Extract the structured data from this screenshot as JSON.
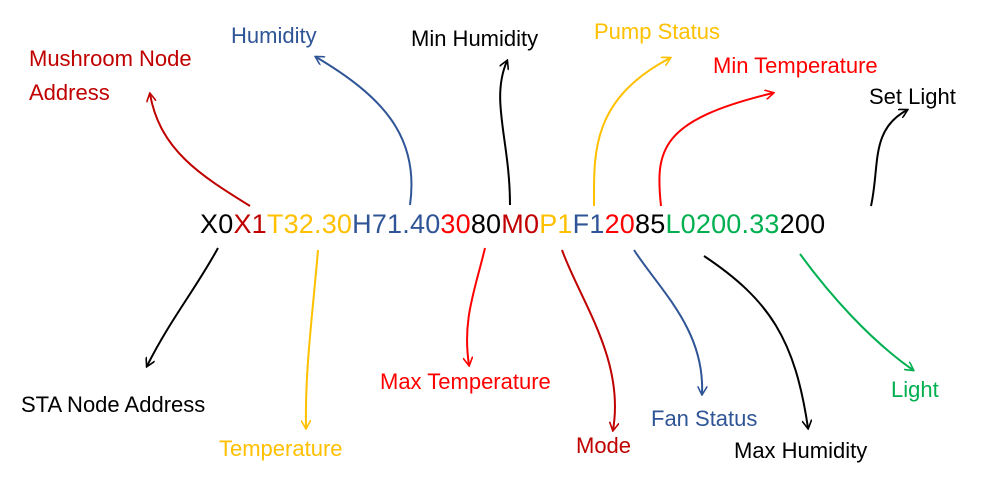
{
  "colors": {
    "black": "#000000",
    "dark_red": "#c00000",
    "red": "#ff0000",
    "gold": "#ffc000",
    "blue": "#2f5597",
    "green": "#00b050"
  },
  "code_segments": [
    {
      "text": "X0",
      "color": "#000000"
    },
    {
      "text": "X1",
      "color": "#c00000"
    },
    {
      "text": "T32.30",
      "color": "#ffc000"
    },
    {
      "text": "H71.40",
      "color": "#2f5597"
    },
    {
      "text": "30",
      "color": "#ff0000"
    },
    {
      "text": "80",
      "color": "#000000"
    },
    {
      "text": "M0",
      "color": "#c00000"
    },
    {
      "text": "P1",
      "color": "#ffc000"
    },
    {
      "text": "F1",
      "color": "#2f5597"
    },
    {
      "text": "20",
      "color": "#ff0000"
    },
    {
      "text": "85",
      "color": "#000000"
    },
    {
      "text": "L0200.33",
      "color": "#00b050"
    },
    {
      "text": "200",
      "color": "#000000"
    }
  ],
  "labels": {
    "mushroom_node_address_line1": "Mushroom Node",
    "mushroom_node_address_line2": "Address",
    "humidity": "Humidity",
    "min_humidity": "Min Humidity",
    "pump_status": "Pump Status",
    "min_temperature": "Min Temperature",
    "set_light": "Set Light",
    "sta_node_address": "STA Node Address",
    "temperature": "Temperature",
    "max_temperature": "Max Temperature",
    "mode": "Mode",
    "fan_status": "Fan Status",
    "max_humidity": "Max Humidity",
    "light": "Light"
  }
}
